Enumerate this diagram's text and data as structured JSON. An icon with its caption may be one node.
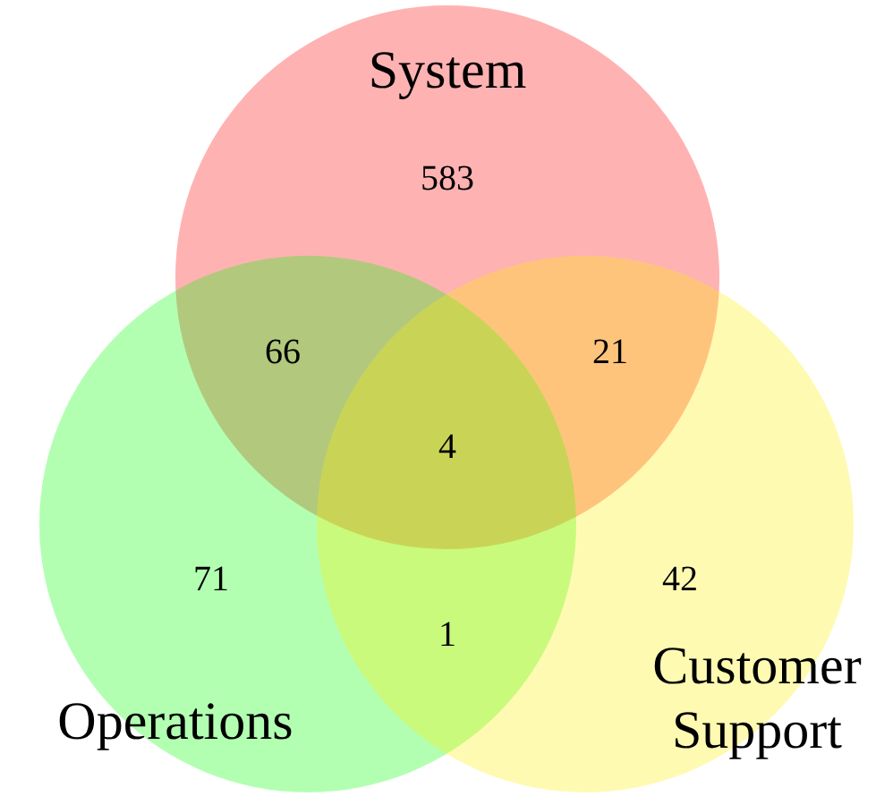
{
  "diagram": {
    "nodes": [
      {
        "text": [
          "System"
        ]
      },
      {
        "text": [
          "Operations"
        ]
      },
      {
        "text": [
          "Customer Support"
        ]
      }
    ],
    "labels": [
      "583",
      "66",
      "21",
      "4",
      "71",
      "42",
      "1"
    ]
  }
}
